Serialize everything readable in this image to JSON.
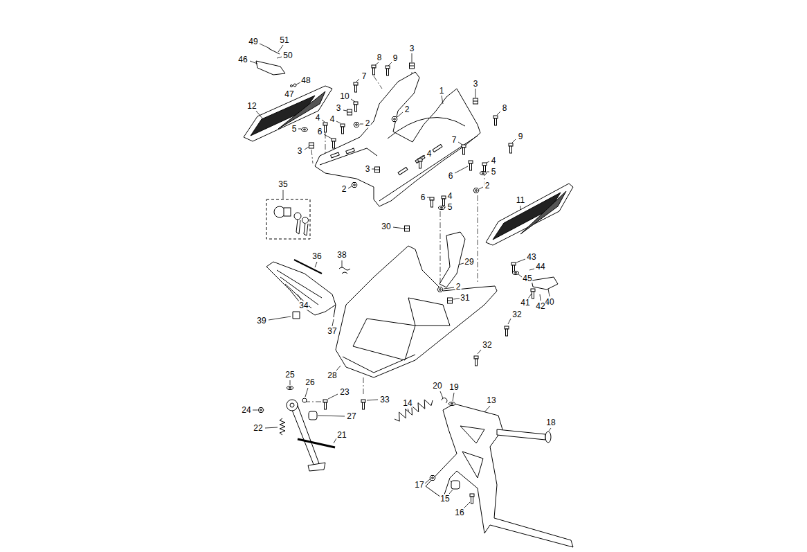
{
  "diagram": {
    "labels": [
      "49",
      "51",
      "3",
      "50",
      "8",
      "9",
      "46",
      "7",
      "48",
      "3",
      "1",
      "47",
      "10",
      "12",
      "8",
      "3",
      "2",
      "4",
      "4",
      "2",
      "5",
      "6",
      "9",
      "7",
      "3",
      "4",
      "4",
      "3",
      "5",
      "6",
      "35",
      "2",
      "2",
      "4",
      "6",
      "11",
      "5",
      "30",
      "38",
      "36",
      "43",
      "29",
      "44",
      "45",
      "2",
      "31",
      "40",
      "41",
      "34",
      "42",
      "32",
      "39",
      "37",
      "32",
      "25",
      "28",
      "26",
      "20",
      "19",
      "23",
      "33",
      "13",
      "14",
      "24",
      "27",
      "18",
      "22",
      "21",
      "17",
      "15",
      "16"
    ]
  }
}
